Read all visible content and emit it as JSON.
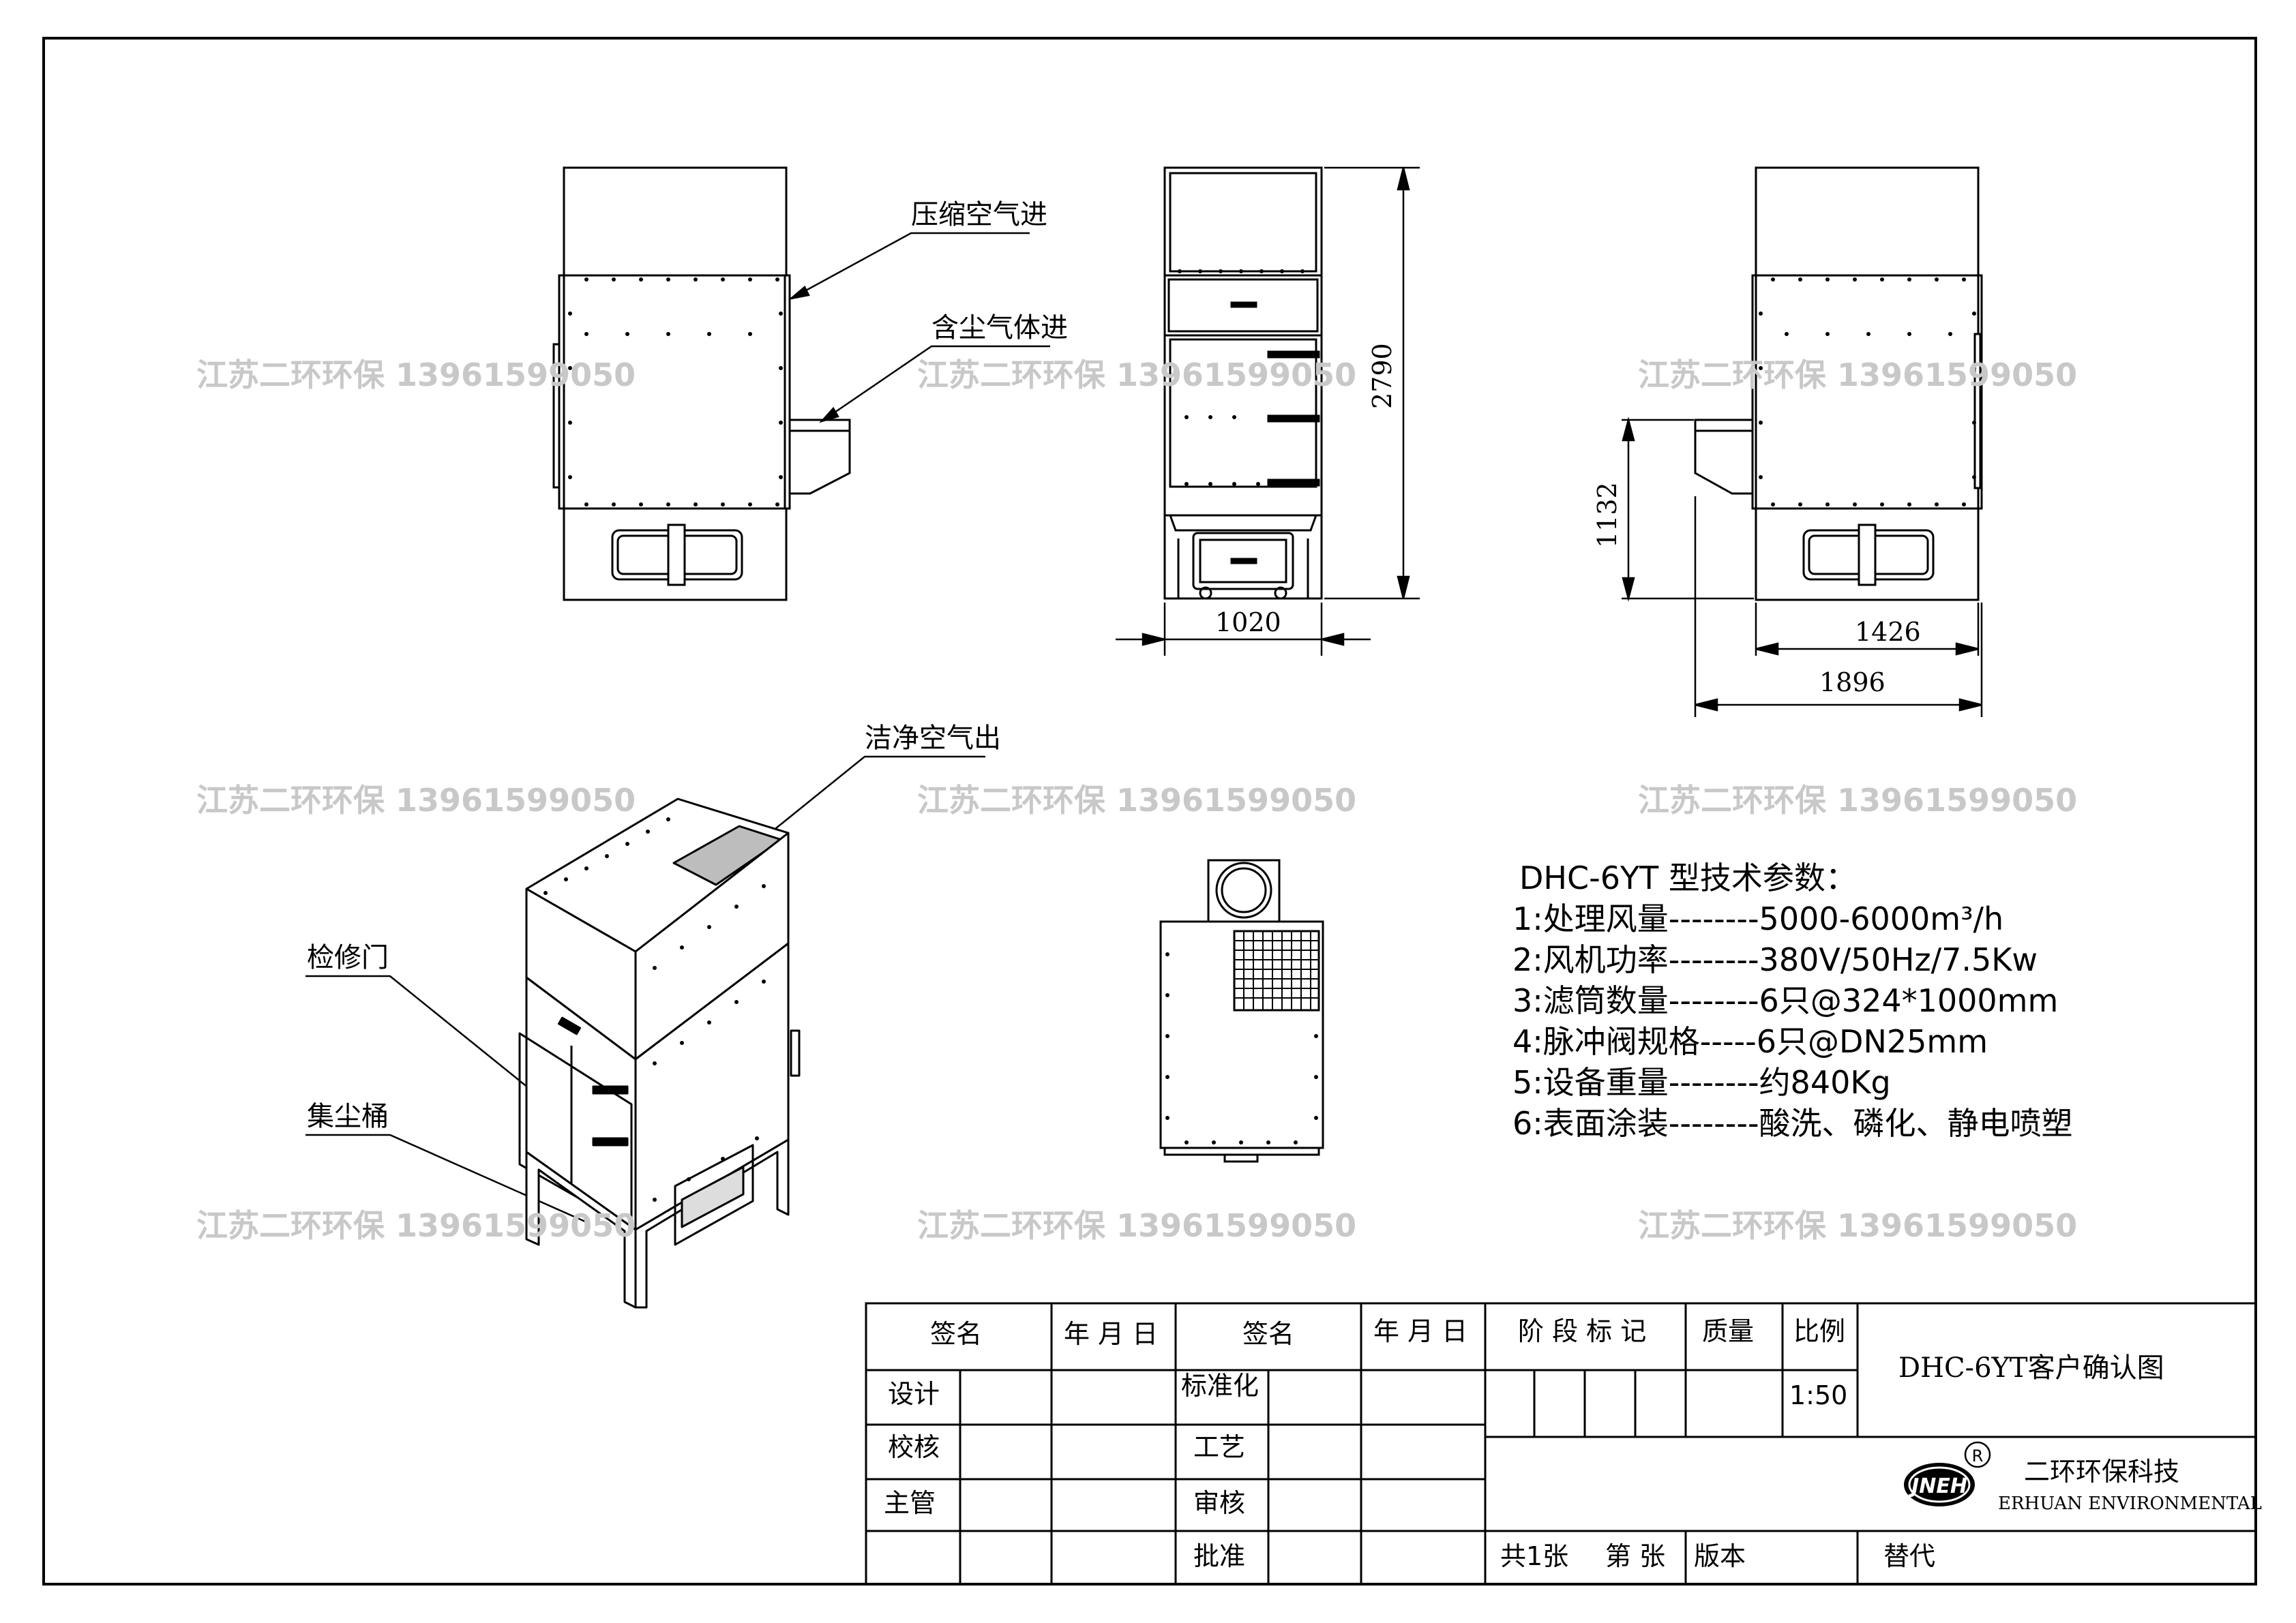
{
  "watermark": "江苏二环环保 13961599050",
  "callouts": {
    "compressed_air_in": "压缩空气进",
    "dusty_gas_in": "含尘气体进",
    "clean_air_out": "洁净空气出",
    "access_door": "检修门",
    "dust_bin": "集尘桶"
  },
  "dimensions": {
    "height": "2790",
    "width_side": "1020",
    "inlet_height": "1132",
    "body_width": "1426",
    "overall_width": "1896"
  },
  "specs": {
    "title": "DHC-6YT 型技术参数：",
    "items": [
      "1:处理风量--------5000-6000m³/h",
      "2:风机功率--------380V/50Hz/7.5Kw",
      "3:滤筒数量--------6只@324*1000mm",
      "4:脉冲阀规格-----6只@DN25mm",
      "5:设备重量--------约840Kg",
      "6:表面涂装--------酸洗、磷化、静电喷塑"
    ]
  },
  "title_block": {
    "sign": "签名",
    "date": "年 月 日",
    "sign2": "签名",
    "date2": "年 月 日",
    "stage_mark": "阶 段 标 记",
    "mass": "质量",
    "scale_label": "比例",
    "scale_value": "1:50",
    "drawing_title": "DHC-6YT客户确认图",
    "design": "设计",
    "check": "校核",
    "supervisor": "主管",
    "standardization": "标准化",
    "process": "工艺",
    "review": "审核",
    "approve": "批准",
    "sheets_total": "共1张",
    "sheet_no": "第 张",
    "version": "版本",
    "replace": "替代",
    "company_cn": "二环环保科技",
    "company_en": "ERHUAN ENVIRONMENTAL",
    "logo_text": "JNEH",
    "registered": "R"
  }
}
